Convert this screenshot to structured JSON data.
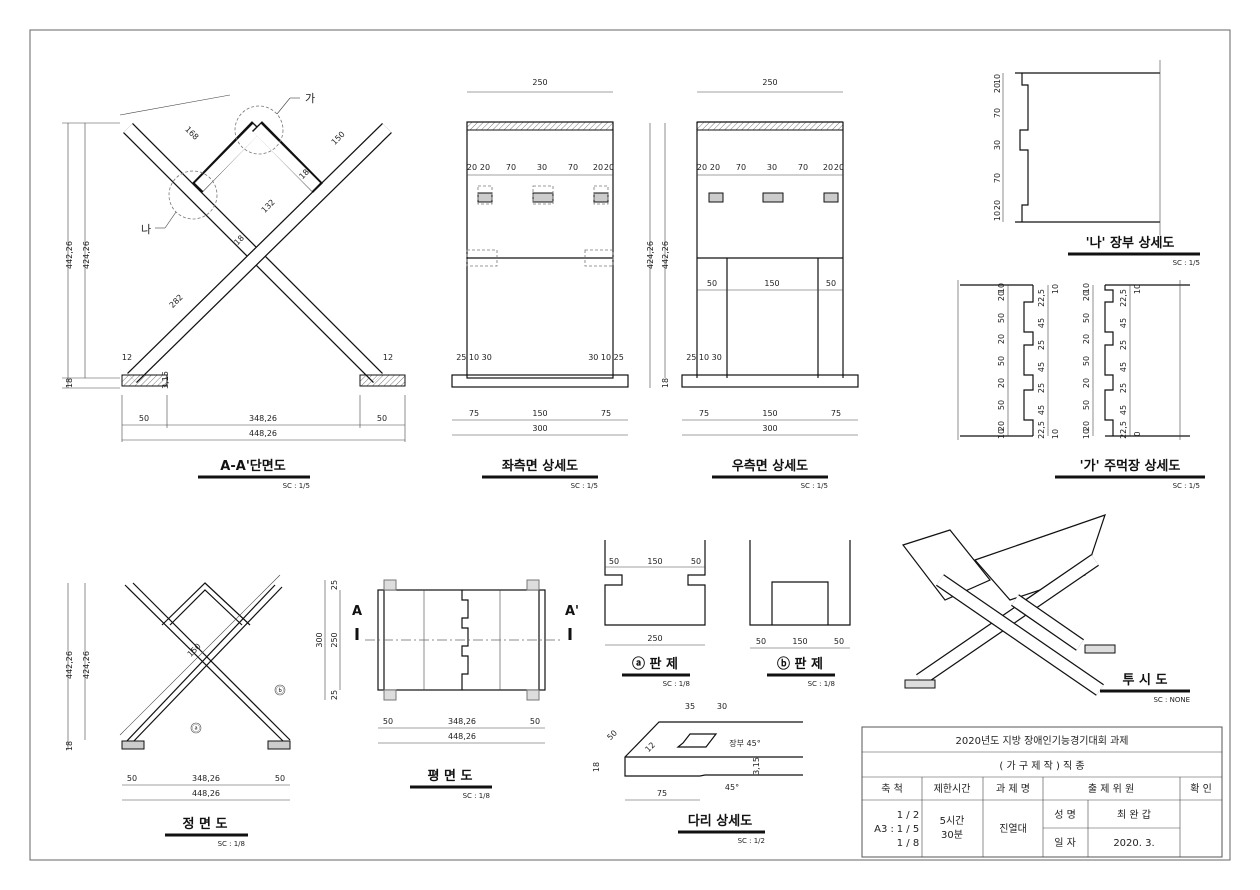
{
  "views": {
    "section": {
      "title": "A-A'단면도",
      "scale": "SC : 1/5",
      "callout_ga": "가",
      "callout_na": "나",
      "dims": {
        "h_outer": "442,26",
        "h_inner": "424,26",
        "h_base": "18",
        "w1": "50",
        "w2": "348,26",
        "w3": "50",
        "w_total": "448,26",
        "d168": "168",
        "d150": "150",
        "d132": "132",
        "d282": "282",
        "d18a": "18",
        "d18b": "18",
        "d12a": "12",
        "d12b": "12",
        "d315": "3,15"
      }
    },
    "left_side": {
      "title": "좌측면 상세도",
      "scale": "SC : 1/5",
      "dims": {
        "top": "250",
        "row": [
          "20",
          "20",
          "70",
          "30",
          "70",
          "20",
          "20"
        ],
        "low_left": "25 10 30",
        "low_right": "30 10 25",
        "b1": "75",
        "b2": "150",
        "b3": "75",
        "total": "300",
        "h_outer": "442,26",
        "h_inner": "424,26",
        "h_base": "18"
      }
    },
    "right_side": {
      "title": "우측면 상세도",
      "scale": "SC : 1/5",
      "dims": {
        "top": "250",
        "row": [
          "20",
          "20",
          "70",
          "30",
          "70",
          "20",
          "20"
        ],
        "mid": [
          "50",
          "150",
          "50"
        ],
        "low_left": "25 10 30",
        "b1": "75",
        "b2": "150",
        "b3": "75",
        "total": "300"
      }
    },
    "tenon_na": {
      "title": "'나' 장부 상세도",
      "scale": "SC : 1/5",
      "dims": [
        "10",
        "20",
        "70",
        "30",
        "70",
        "20",
        "10"
      ]
    },
    "dovetail_ga": {
      "title": "'가' 주먹장 상세도",
      "scale": "SC : 1/5",
      "left_dims": [
        "10",
        "20",
        "50",
        "20",
        "50",
        "20",
        "50",
        "20",
        "10"
      ],
      "mid_dims": [
        "22,5",
        "45",
        "25",
        "45",
        "25",
        "45",
        "22,5"
      ],
      "edge": "10",
      "edge_b": "10",
      "edge_r": "10",
      "edge_rb": "0"
    },
    "front": {
      "title": "정 면 도",
      "scale": "SC : 1/8",
      "label_a": "ⓐ",
      "label_b": "ⓑ",
      "diag": "150",
      "dims": {
        "h_outer": "442,26",
        "h_inner": "424,26",
        "h_base": "18",
        "w1": "50",
        "w2": "348,26",
        "w3": "50",
        "w_total": "448,26"
      }
    },
    "plan": {
      "title": "평 면 도",
      "scale": "SC : 1/8",
      "mark_a": "A",
      "mark_a2": "A'",
      "dims": {
        "h": "300",
        "inner": "250",
        "e1": "25",
        "e2": "25",
        "w1": "50",
        "w2": "348,26",
        "w3": "50",
        "w_total": "448,26"
      }
    },
    "board_a": {
      "title": "ⓐ 판 제",
      "scale": "SC : 1/8",
      "dims": [
        "50",
        "150",
        "50"
      ],
      "total": "250"
    },
    "board_b": {
      "title": "ⓑ 판 제",
      "scale": "SC : 1/8",
      "dims": [
        "50",
        "150",
        "50"
      ]
    },
    "leg_detail": {
      "title": "다리 상세도",
      "scale": "SC : 1/2",
      "d35": "35",
      "d30": "30",
      "d50": "50",
      "d12": "12",
      "d18": "18",
      "d315": "3,15",
      "d75": "75",
      "a45": "45°",
      "tenon": "장부 45°"
    },
    "perspective": {
      "title": "투 시 도",
      "scale": "SC : NONE"
    }
  },
  "title_block": {
    "heading": "2020년도 지방 장애인기능경기대회 과제",
    "trade": "( 가 구 제 작 ) 직 종",
    "headers": {
      "scale": "축 척",
      "time": "제한시간",
      "task": "과 제 명",
      "examiner": "출 제 위 원",
      "confirm": "확 인"
    },
    "scale_values": {
      "paper": "A3 :",
      "s1": "1 / 2",
      "s2": "1 / 5",
      "s3": "1 / 8"
    },
    "time_values": {
      "line1": "5시간",
      "line2": "30분"
    },
    "task_name": "진열대",
    "name_label": "성 명",
    "name_value": "최 완 갑",
    "date_label": "일 자",
    "date_value": "2020. 3."
  }
}
